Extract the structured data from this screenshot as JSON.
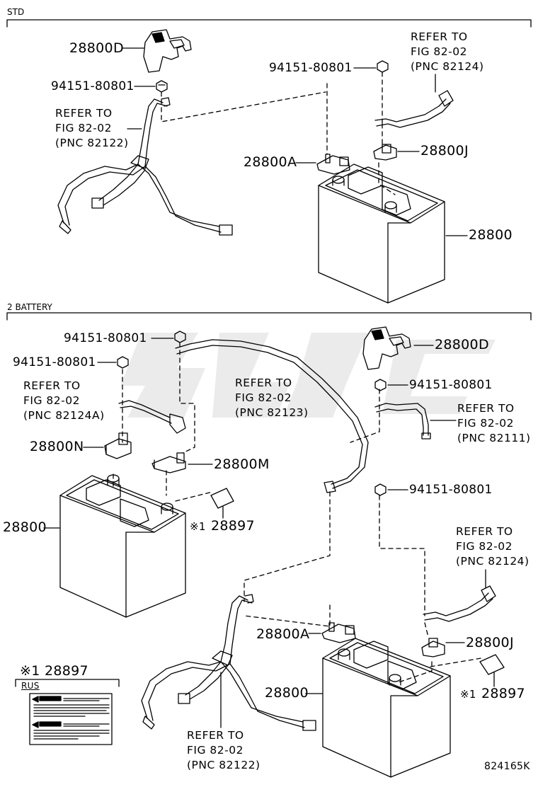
{
  "sections": {
    "std": "STD",
    "two_battery": "2 BATTERY"
  },
  "std": {
    "bracket_d": "28800D",
    "nut_left": "94151-80801",
    "nut_right": "94151-80801",
    "ref_left": "REFER TO\nFIG 82-02\n(PNC 82122)",
    "ref_right": "REFER TO\nFIG 82-02\n(PNC 82124)",
    "terminal_a": "28800A",
    "terminal_j": "28800J",
    "battery": "28800"
  },
  "two": {
    "nut_top": "94151-80801",
    "nut_left": "94151-80801",
    "ref_a": "REFER TO\nFIG 82-02\n(PNC 82124A)",
    "ref_center": "REFER TO\nFIG 82-02\n(PNC 82123)",
    "bracket_d": "28800D",
    "nut_right1": "94151-80801",
    "ref_right1": "REFER TO\nFIG 82-02\n(PNC 82111)",
    "terminal_n": "28800N",
    "terminal_m": "28800M",
    "battery_left": "28800",
    "label_mark1": "※1",
    "label_28897_a": "28897",
    "nut_right2": "94151-80801",
    "ref_right2": "REFER TO\nFIG 82-02\n(PNC 82124)",
    "terminal_a": "28800A",
    "terminal_j": "28800J",
    "battery_right": "28800",
    "label_mark2": "※1",
    "label_28897_b": "28897",
    "ref_bottom": "REFER TO\nFIG 82-02\n(PNC 82122)"
  },
  "inset": {
    "title": "※1 28897",
    "tag": "RUS"
  },
  "drawing_number": "824165K"
}
